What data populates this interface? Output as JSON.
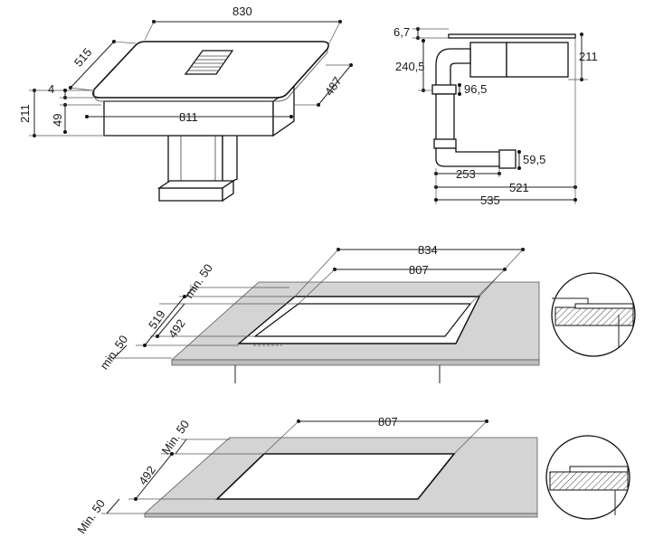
{
  "views": {
    "top_left": {
      "width_top": "830",
      "depth_left": "515",
      "depth_right": "487",
      "body_width": "811",
      "total_height": "211",
      "glass_height": "4",
      "body_height": "49"
    },
    "top_right": {
      "glass_offset": "6,7",
      "duct_height": "240,5",
      "total_height": "211",
      "duct_diameter": "96,5",
      "outlet_height": "59,5",
      "outlet_length": "253",
      "depth_a": "521",
      "depth_b": "535"
    },
    "middle": {
      "overall_width": "834",
      "cutout_width": "807",
      "min_back": "min. 50",
      "depth_outer": "519",
      "depth_inner": "492",
      "min_front": "min. 50"
    },
    "bottom": {
      "cutout_width": "807",
      "min_back": "Min. 50",
      "depth": "492",
      "min_front": "Min. 50"
    }
  }
}
